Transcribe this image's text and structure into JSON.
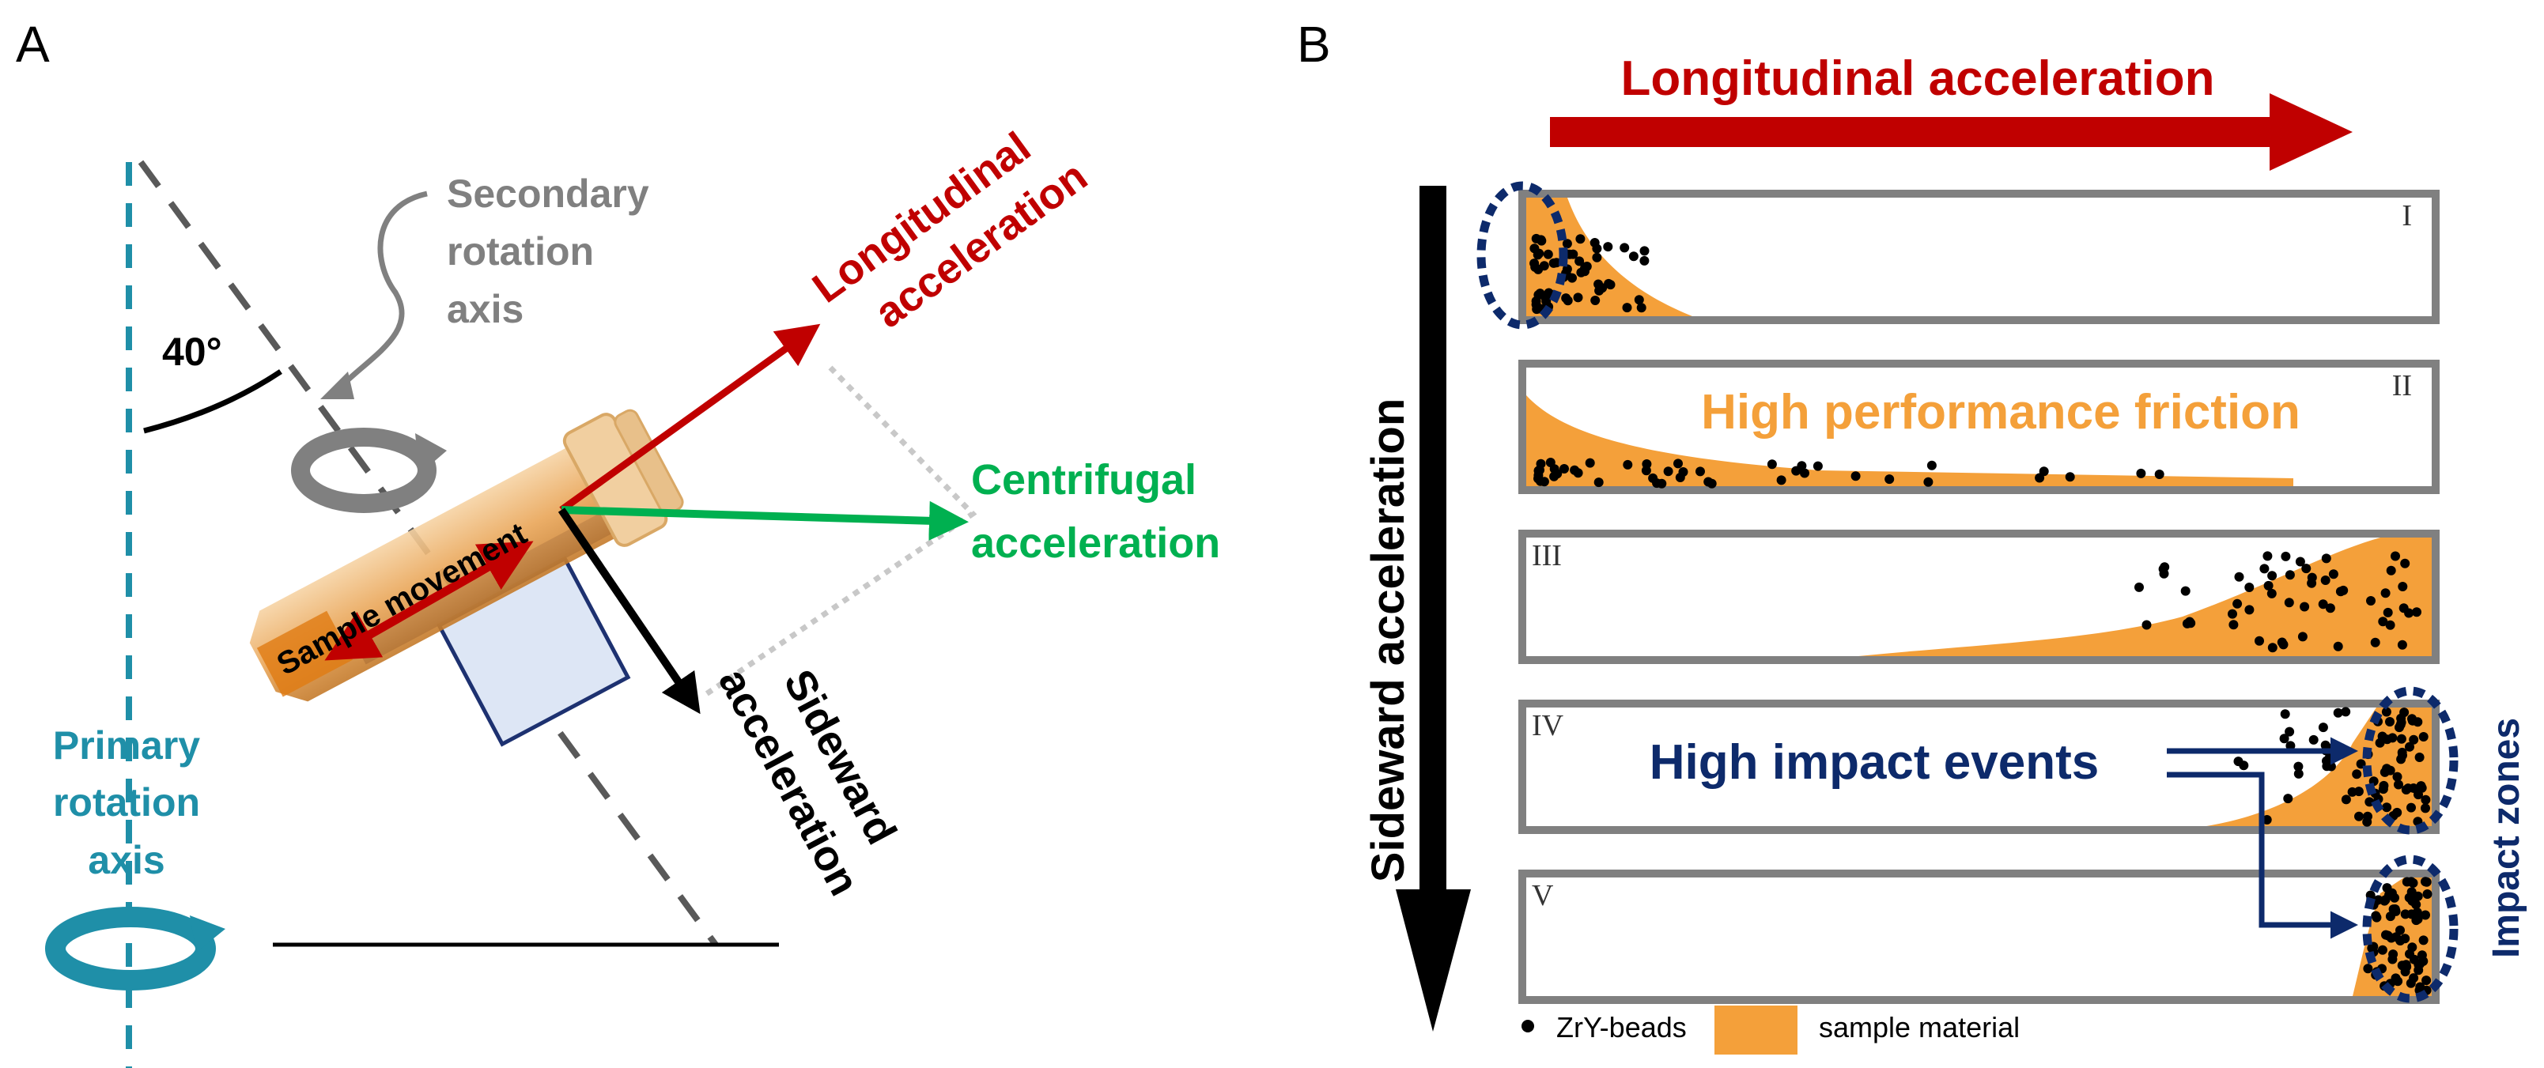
{
  "panel_a": {
    "panel_letter": "A",
    "angle_label": "40°",
    "secondary_axis_label": [
      "Secondary",
      "rotation",
      "axis"
    ],
    "primary_axis_label": [
      "Primary",
      "rotation",
      "axis"
    ],
    "longitudinal_label": [
      "Longitudinal",
      "acceleration"
    ],
    "centrifugal_label": [
      "Centrifugal",
      "acceleration"
    ],
    "sideward_label": [
      "Sideward",
      "acceleration"
    ],
    "sample_movement_label": "Sample movement"
  },
  "panel_b": {
    "panel_letter": "B",
    "longitudinal_title": "Longitudinal acceleration",
    "sideward_title": "Sideward acceleration",
    "impact_zones_label": "Impact zones",
    "high_performance_label": "High performance friction",
    "high_impact_label": "High impact events",
    "stages": [
      {
        "numeral": "I"
      },
      {
        "numeral": "II"
      },
      {
        "numeral": "III"
      },
      {
        "numeral": "IV"
      },
      {
        "numeral": "V"
      }
    ],
    "legend": {
      "beads_label": "ZrY-beads",
      "sample_label": "sample material"
    }
  },
  "colors": {
    "red": "#c00000",
    "green": "#00b050",
    "teal": "#1f8fa8",
    "navy": "#0d2a6b",
    "orange": "#f4a03a",
    "gray": "#808080",
    "dark_gray": "#595959"
  }
}
